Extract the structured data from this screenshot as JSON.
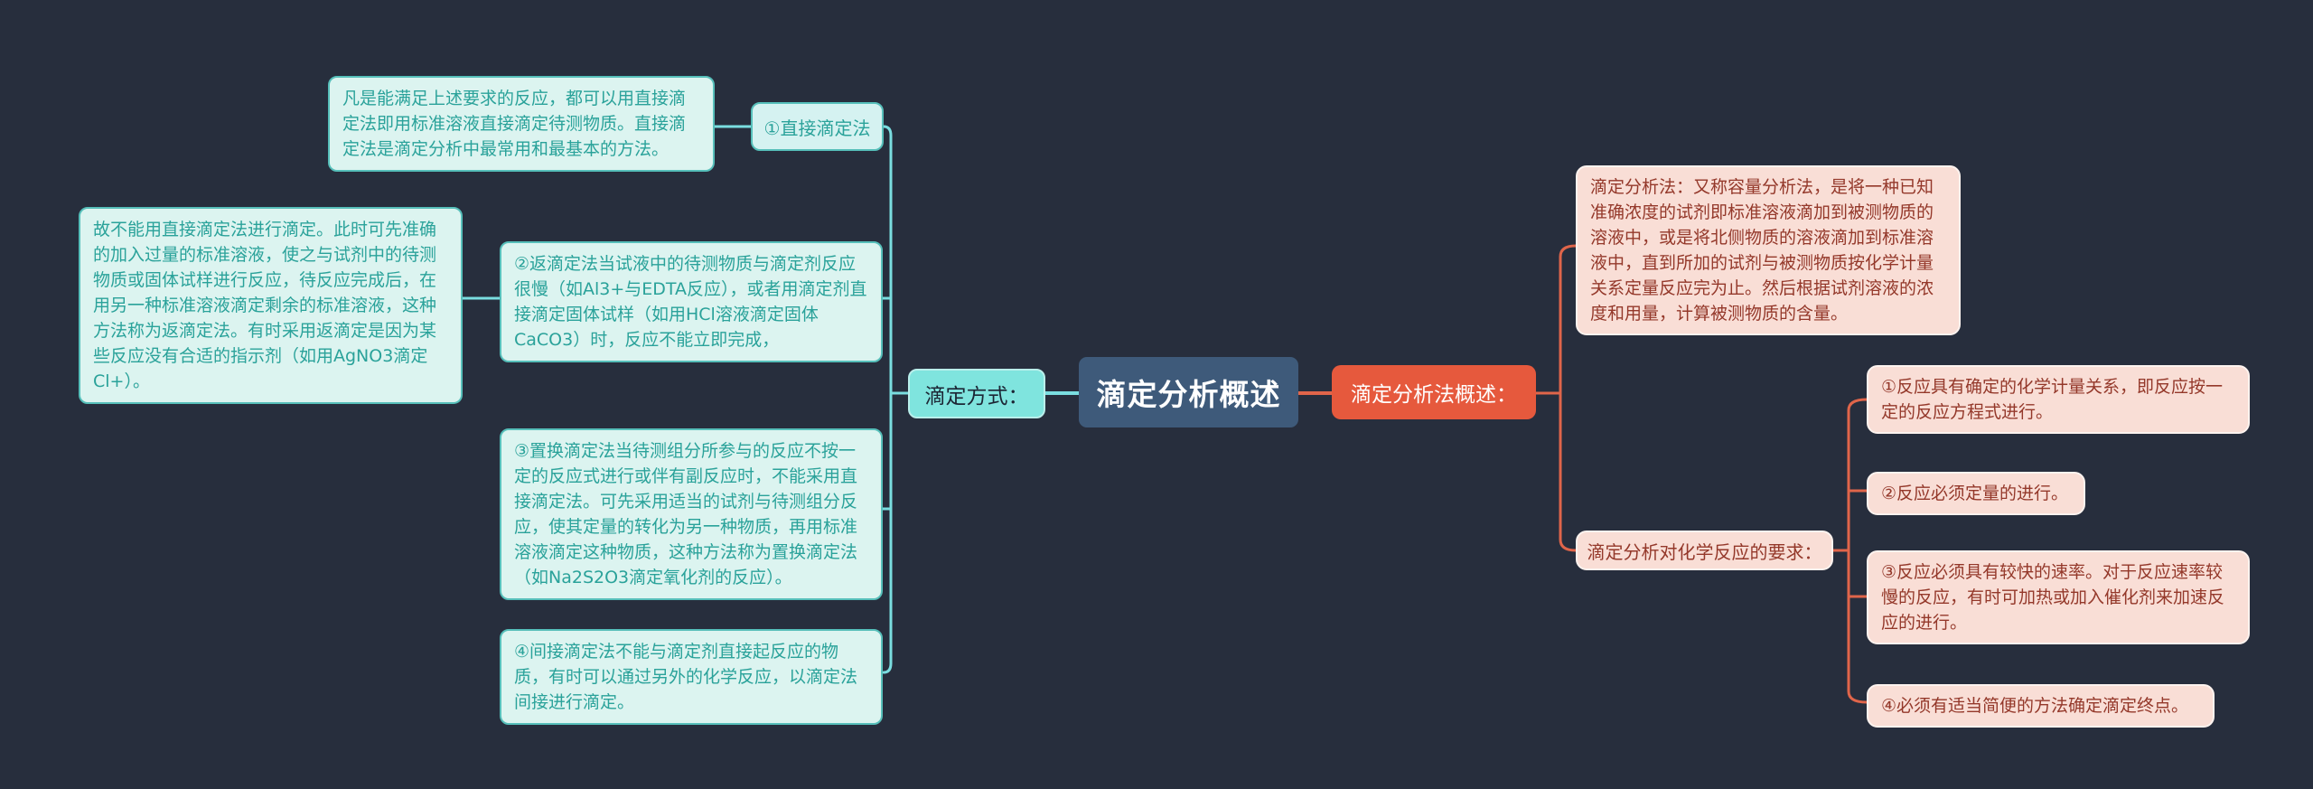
{
  "title": "滴定分析概述",
  "colors": {
    "background": "#272e3d",
    "central_fill": "#3e5a7a",
    "central_text": "#ffffff",
    "left_branch_line": "#7adde0",
    "left_box_fill": "#dcf4f0",
    "left_box_border": "#56bfba",
    "left_text": "#2aa29a",
    "left_parent_fill": "#7fe4de",
    "left_parent_text": "#1c2534",
    "right_branch_line": "#e0654a",
    "right_parent_fill": "#e6593d",
    "right_parent_text": "#ffffff",
    "right_box_fill": "#f9ded6",
    "right_box_border": "#fdf3ef",
    "right_text": "#94382a"
  },
  "central": {
    "label": "滴定分析概述"
  },
  "left": {
    "parent": "滴定方式：",
    "items": [
      {
        "label": "①直接滴定法"
      },
      {
        "label": "②返滴定法当试液中的待测物质与滴定剂反应很慢（如Al3+与EDTA反应），或者用滴定剂直接滴定固体试样（如用HCl溶液滴定固体CaCO3）时，反应不能立即完成，"
      },
      {
        "label": "③置换滴定法当待测组分所参与的反应不按一定的反应式进行或伴有副反应时，不能采用直接滴定法。可先采用适当的试剂与待测组分反应，使其定量的转化为另一种物质，再用标准溶液滴定这种物质，这种方法称为置换滴定法（如Na2S2O3滴定氧化剂的反应）。"
      },
      {
        "label": "④间接滴定法不能与滴定剂直接起反应的物质，有时可以通过另外的化学反应，以滴定法间接进行滴定。"
      }
    ],
    "notes": [
      {
        "text": "凡是能满足上述要求的反应，都可以用直接滴定法即用标准溶液直接滴定待测物质。直接滴定法是滴定分析中最常用和最基本的方法。"
      },
      {
        "text": "故不能用直接滴定法进行滴定。此时可先准确的加入过量的标准溶液，使之与试剂中的待测物质或固体试样进行反应，待反应完成后，在用另一种标准溶液滴定剩余的标准溶液，这种方法称为返滴定法。有时采用返滴定是因为某些反应没有合适的指示剂（如用AgNO3滴定Cl+）。"
      }
    ]
  },
  "right": {
    "parent": "滴定分析法概述：",
    "definition": "滴定分析法：又称容量分析法，是将一种已知准确浓度的试剂即标准溶液滴加到被测物质的溶液中，或是将北侧物质的溶液滴加到标准溶液中，直到所加的试剂与被测物质按化学计量关系定量反应完为止。然后根据试剂溶液的浓度和用量，计算被测物质的含量。",
    "requirements_parent": "滴定分析对化学反应的要求：",
    "requirements": [
      {
        "label": "①反应具有确定的化学计量关系，即反应按一定的反应方程式进行。"
      },
      {
        "label": "②反应必须定量的进行。"
      },
      {
        "label": "③反应必须具有较快的速率。对于反应速率较慢的反应，有时可加热或加入催化剂来加速反应的进行。"
      },
      {
        "label": "④必须有适当简便的方法确定滴定终点。"
      }
    ]
  }
}
